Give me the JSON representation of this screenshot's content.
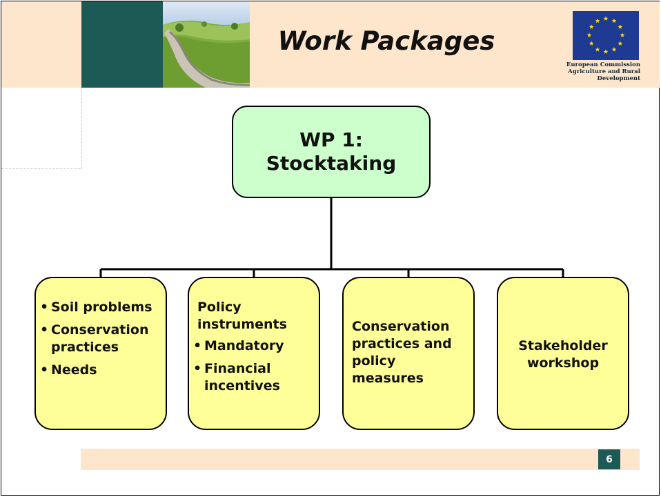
{
  "header": {
    "title": "Work Packages",
    "logo_line1": "European Commission",
    "logo_line2": "Agriculture and Rural Development"
  },
  "diagram": {
    "root": {
      "line1": "WP 1:",
      "line2": "Stocktaking"
    },
    "children": [
      {
        "bullets": [
          "Soil problems",
          "Conservation practices",
          "Needs"
        ]
      },
      {
        "heading": "Policy instruments",
        "bullets": [
          "Mandatory",
          "Financial incentives"
        ]
      },
      {
        "text": "Conservation practices and policy measures"
      },
      {
        "text": "Stakeholder workshop"
      }
    ]
  },
  "footer": {
    "page_number": "6"
  },
  "colors": {
    "header_band": "#fde6cc",
    "teal": "#1e5a55",
    "root_fill": "#ccffcc",
    "child_fill": "#ffff99",
    "eu_blue": "#1f3a93",
    "eu_star": "#ffdd00"
  }
}
